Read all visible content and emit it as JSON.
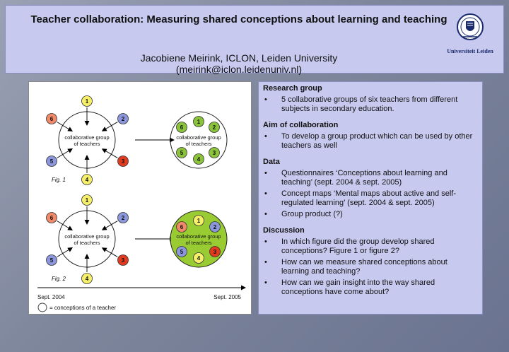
{
  "header": {
    "title": "Teacher collaboration: Measuring shared conceptions about learning and teaching",
    "author": "Jacobiene Meirink, ICLON, Leiden University",
    "email": "(meirink@iclon.leidenuniv.nl)",
    "logo_text": "Universiteit Leiden"
  },
  "diagram": {
    "group_label_line1": "collaborative group",
    "group_label_line2": "of teachers",
    "fig1_label": "Fig. 1",
    "fig2_label": "Fig. 2",
    "timeline_start": "Sept. 2004",
    "timeline_end": "Sept. 2005",
    "legend_text": "= conceptions of a teacher",
    "node_numbers": [
      "1",
      "2",
      "3",
      "4",
      "5",
      "6"
    ],
    "colors": {
      "yellow": "#f5ef6a",
      "purple": "#8b96dc",
      "red": "#e23a1f",
      "salmon": "#f08a6a",
      "green": "#8bc33a",
      "green_fill": "#99cc33"
    }
  },
  "sections": [
    {
      "title": "Research group",
      "items": [
        "5 collaborative groups of six teachers from different subjects in secondary education."
      ]
    },
    {
      "title": "Aim of collaboration",
      "items": [
        "To develop a group product which can be used by other teachers as well"
      ]
    },
    {
      "title": "Data",
      "items": [
        "Questionnaires ‘Conceptions about learning and teaching’ (sept. 2004 & sept. 2005)",
        "Concept maps ‘Mental maps about active and self-regulated learning’ (sept. 2004 & sept. 2005)",
        "Group product (?)"
      ]
    },
    {
      "title": "Discussion",
      "items": [
        "In which figure did the group develop shared conceptions? Figure 1 or figure 2?",
        "How can we measure shared conceptions about learning and teaching?",
        "How can we gain insight into the way shared conceptions have come about?"
      ]
    }
  ]
}
